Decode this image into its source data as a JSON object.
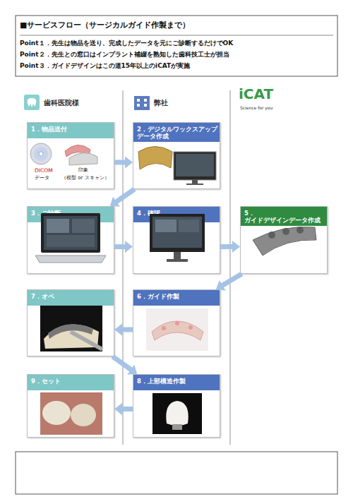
{
  "diagram": {
    "title": "■サービスフロー（サージカルガイド作製まで）",
    "nodes": [
      {
        "text": [
          "1．物品送付",
          "DICOM",
          "データ",
          "印象",
          "（模型 or スキャン）"
        ]
      },
      {
        "text": [
          "2．デジタルワックスアップ データ作成"
        ]
      },
      {
        "text": [
          "3．ご診断"
        ]
      },
      {
        "text": [
          "4．確認"
        ]
      },
      {
        "text": [
          "5．ガイドデザインデータ作成"
        ]
      },
      {
        "text": [
          "6．ガイド作製"
        ]
      },
      {
        "text": [
          "7．オペ"
        ]
      },
      {
        "text": [
          "8．上部構造作製"
        ]
      },
      {
        "text": [
          "9．セット"
        ]
      }
    ],
    "edges": [
      {
        "from": 0,
        "to": 1,
        "arrow": "to"
      },
      {
        "from": 1,
        "to": 2,
        "arrow": "to"
      },
      {
        "from": 2,
        "to": 3,
        "arrow": "to"
      },
      {
        "from": 3,
        "to": 4,
        "arrow": "to"
      },
      {
        "from": 4,
        "to": 5,
        "arrow": "to"
      },
      {
        "from": 5,
        "to": 6,
        "arrow": "to"
      },
      {
        "from": 6,
        "to": 7,
        "arrow": "to"
      },
      {
        "from": 7,
        "to": 8,
        "arrow": "to"
      }
    ],
    "labels": [
      "Point１．先生は物品を送り、完成したデータを元にご診断するだけでOK",
      "Point２．先生との窓口はインプラント補綴を熟知した歯科技工士が担当",
      "Point３．ガイドデザインはこの道15年以上のiCATが実施",
      "歯科医院様",
      "弊社",
      "iCAT",
      "Science for you"
    ]
  }
}
